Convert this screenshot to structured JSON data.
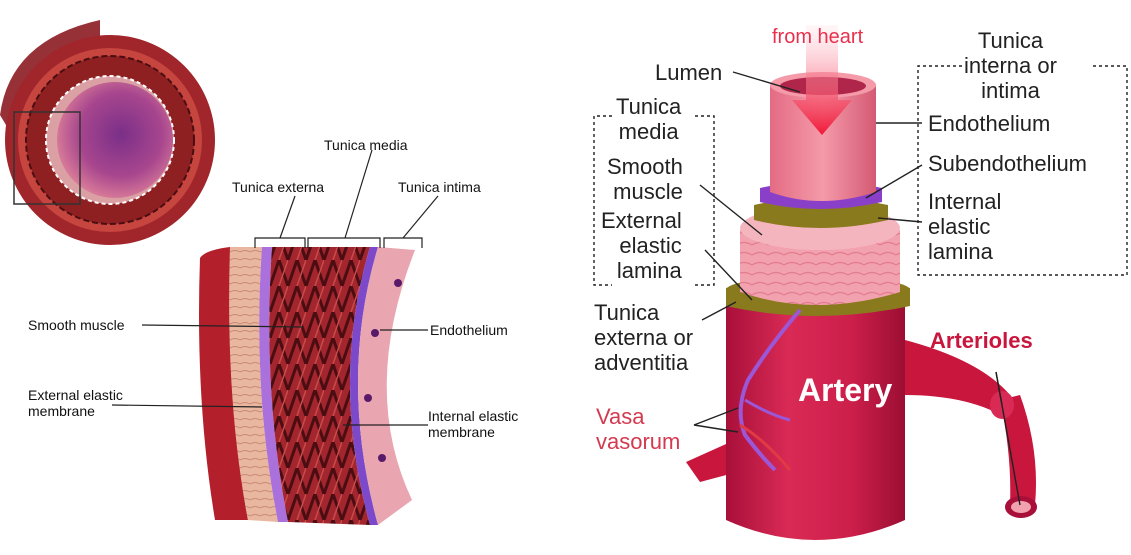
{
  "left_diagram": {
    "labels": {
      "tunica_media": "Tunica media",
      "tunica_externa": "Tunica externa",
      "tunica_intima": "Tunica intima",
      "smooth_muscle": "Smooth muscle",
      "endothelium": "Endothelium",
      "external_elastic_membrane": "External elastic\nmembrane",
      "internal_elastic_membrane": "Internal elastic\nmembrane"
    }
  },
  "right_diagram": {
    "labels": {
      "from_heart": "from heart",
      "lumen": "Lumen",
      "tunica_interna": "Tunica\ninterna or\nintima",
      "endothelium": "Endothelium",
      "subendothelium": "Subendothelium",
      "internal_elastic_lamina": "Internal\nelastic\nlamina",
      "tunica_media": "Tunica\nmedia",
      "smooth_muscle": "Smooth\nmuscle",
      "external_elastic_lamina": "External\nelastic\nlamina",
      "tunica_externa": "Tunica\nexterna or\nadventitia",
      "artery": "Artery",
      "arterioles": "Arterioles",
      "vasa_vasorum": "Vasa\nvasorum"
    }
  },
  "colors": {
    "artery_red": "#c8163d",
    "muscle_pink": "#f2a2ae",
    "elastic_olive": "#8a7a1e",
    "subendo_purple": "#8a3fc9",
    "vasa_red": "#e03a45",
    "vasa_purple": "#9b57d6"
  }
}
